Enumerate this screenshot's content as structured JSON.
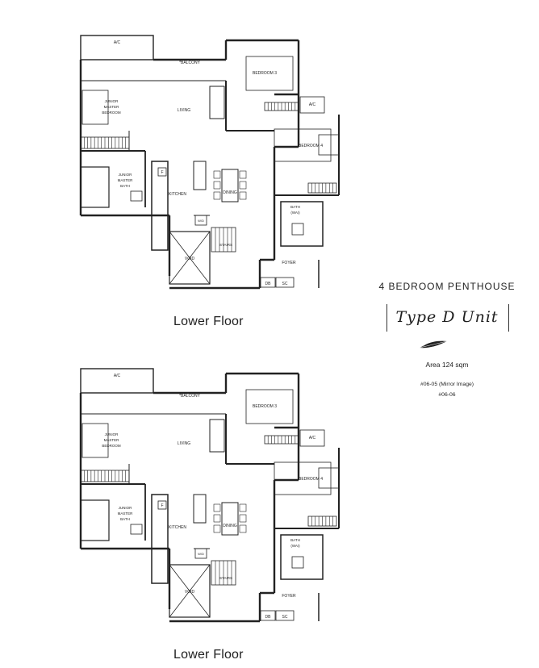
{
  "plans": [
    {
      "caption": "Lower Floor",
      "labels": {
        "ac_top": "A/C",
        "balcony": "*BALCONY",
        "bedroom3": "BEDROOM 3",
        "ac_right": "A/C",
        "junior_master_bedroom": [
          "JUNIOR",
          "MASTER",
          "BEDROOM"
        ],
        "living": "LIVING",
        "bedroom4": "BEDROOM 4",
        "junior_master_bath": [
          "JUNIOR",
          "MASTER",
          "BATH"
        ],
        "fridge": "F",
        "kitchen": "KITCHEN",
        "dining": "DINING",
        "washer": "W/D",
        "bath": [
          "BATH",
          "(WAI)"
        ],
        "stairs": "STAIRS",
        "void": "VOID",
        "foyer": "FOYER",
        "db": "DB",
        "sc": "SC"
      }
    },
    {
      "caption": "Lower Floor",
      "labels": {
        "ac_top": "A/C",
        "balcony": "*BALCONY",
        "bedroom3": "BEDROOM 3",
        "ac_right": "A/C",
        "junior_master_bedroom": [
          "JUNIOR",
          "MASTER",
          "BEDROOM"
        ],
        "living": "LIVING",
        "bedroom4": "BEDROOM 4",
        "junior_master_bath": [
          "JUNIOR",
          "MASTER",
          "BATH"
        ],
        "fridge": "F",
        "kitchen": "KITCHEN",
        "dining": "DINING",
        "washer": "W/D",
        "bath": [
          "BATH",
          "(WAI)"
        ],
        "stairs": "STAIRS",
        "void": "VOID",
        "foyer": "FOYER",
        "db": "DB",
        "sc": "SC"
      }
    }
  ],
  "info": {
    "heading": "4 BEDROOM PENTHOUSE",
    "unit_type": "Type D Unit",
    "area": "Area 124 sqm",
    "unit_lines": [
      "#06-05 (Mirror Image)",
      "#06-06"
    ]
  }
}
